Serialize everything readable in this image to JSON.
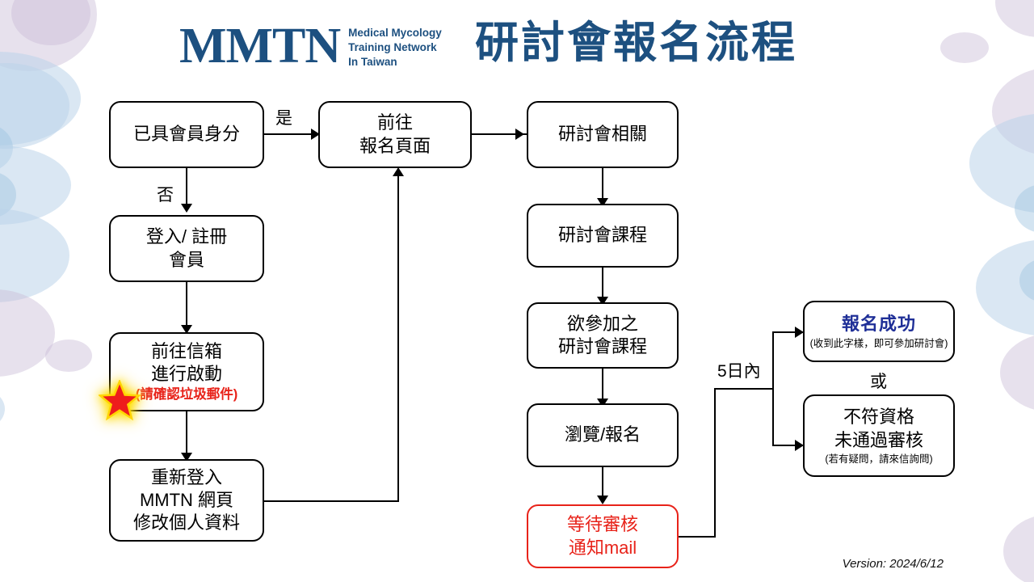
{
  "header": {
    "logo_mark": "MMTN",
    "logo_subtitle": "Medical Mycology\nTraining Network\nIn Taiwan",
    "title": "研討會報名流程",
    "brand_color": "#1d5080"
  },
  "footer": {
    "version": "Version: 2024/6/12"
  },
  "flow": {
    "nodes": [
      {
        "id": "member-status",
        "line1": "已具會員身分"
      },
      {
        "id": "goto-signup",
        "line1": "前往",
        "line2": "報名頁面"
      },
      {
        "id": "seminar-info",
        "line1": "研討會相關"
      },
      {
        "id": "login-register",
        "line1": "登入/ 註冊",
        "line2": "會員"
      },
      {
        "id": "seminar-course",
        "line1": "研討會課程"
      },
      {
        "id": "goto-mailbox",
        "line1": "前往信箱",
        "line2": "進行啟動",
        "note": "(請確認垃圾郵件)"
      },
      {
        "id": "choose-course",
        "line1": "欲參加之",
        "line2": "研討會課程"
      },
      {
        "id": "signup-success",
        "line1": "報名成功",
        "note": "(收到此字樣，即可參加研討會)"
      },
      {
        "id": "browse-signup",
        "line1": "瀏覽/報名"
      },
      {
        "id": "relogin-edit",
        "line1": "重新登入",
        "line2": "MMTN 網頁",
        "line3": "修改個人資料"
      },
      {
        "id": "not-qualified",
        "line1": "不符資格",
        "line2": "未通過審核",
        "note": "(若有疑問，請來信詢問)"
      },
      {
        "id": "await-review",
        "line1": "等待審核",
        "line2": "通知mail"
      }
    ],
    "labels": {
      "yes": "是",
      "no": "否",
      "within_5_days": "5日內",
      "or": "或"
    },
    "colors": {
      "alert_red": "#e8231a",
      "success_blue": "#1f2f97",
      "line_black": "#000000",
      "star_red": "#ee1c1c"
    }
  }
}
